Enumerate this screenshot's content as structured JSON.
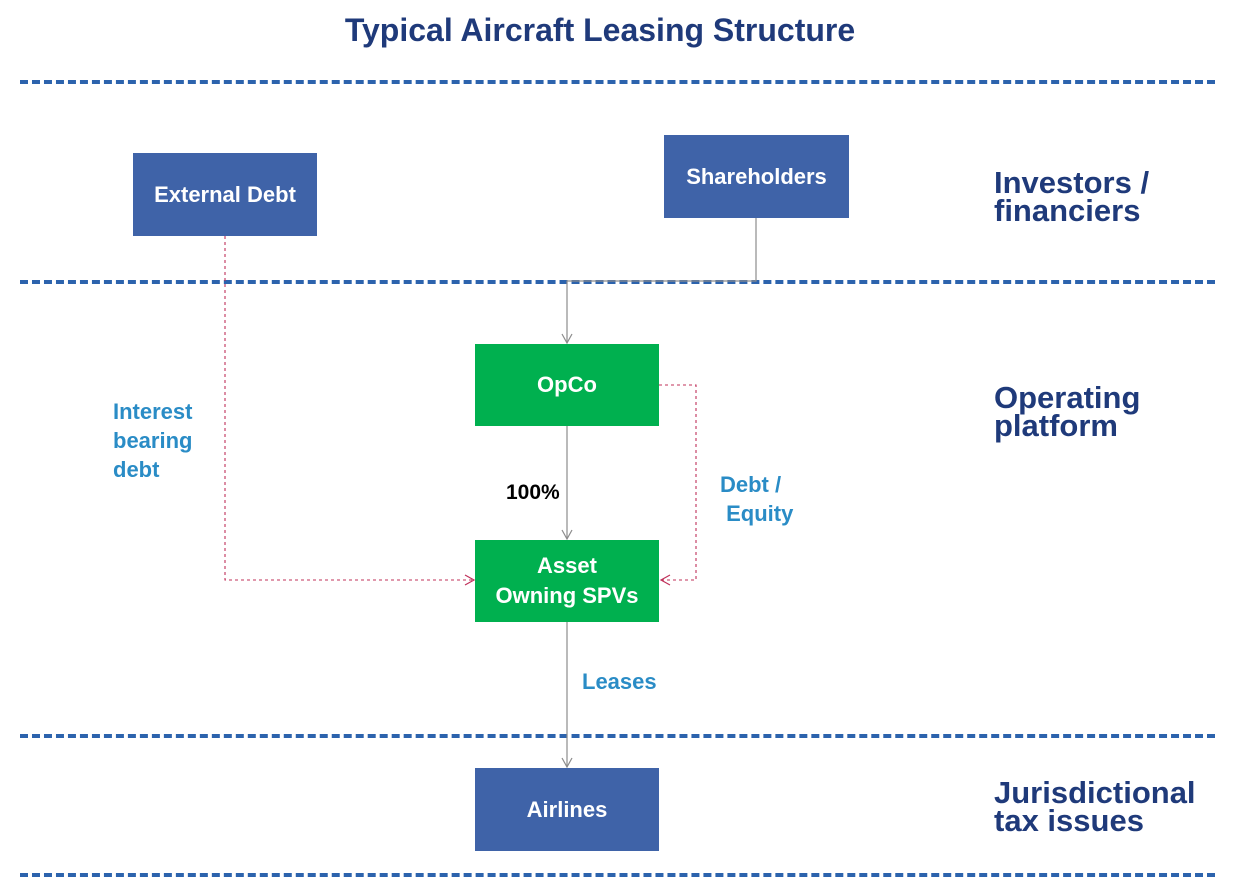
{
  "diagram": {
    "title": "Typical Aircraft Leasing Structure",
    "zones": [
      {
        "label": "Investors /\nfinanciers"
      },
      {
        "label": "Operating\nplatform"
      },
      {
        "label": "Jurisdictional\ntax issues"
      }
    ],
    "nodes": {
      "external_debt": "External Debt",
      "shareholders": "Shareholders",
      "opco": "OpCo",
      "spvs": "Asset\nOwning SPVs",
      "airlines": "Airlines"
    },
    "edge_labels": {
      "interest_bearing_debt": "Interest\nbearing\ndebt",
      "ownership_pct": "100%",
      "debt_equity": "Debt /\n Equity",
      "leases": "Leases"
    },
    "colors": {
      "title": "#1f3a7a",
      "divider": "#2c63ad",
      "blue_box": "#3f63a8",
      "green_box": "#00b04f",
      "flow_label": "#2a8cc6",
      "solid_line": "#8c8c8c",
      "dashed_line": "#c0305a"
    }
  }
}
